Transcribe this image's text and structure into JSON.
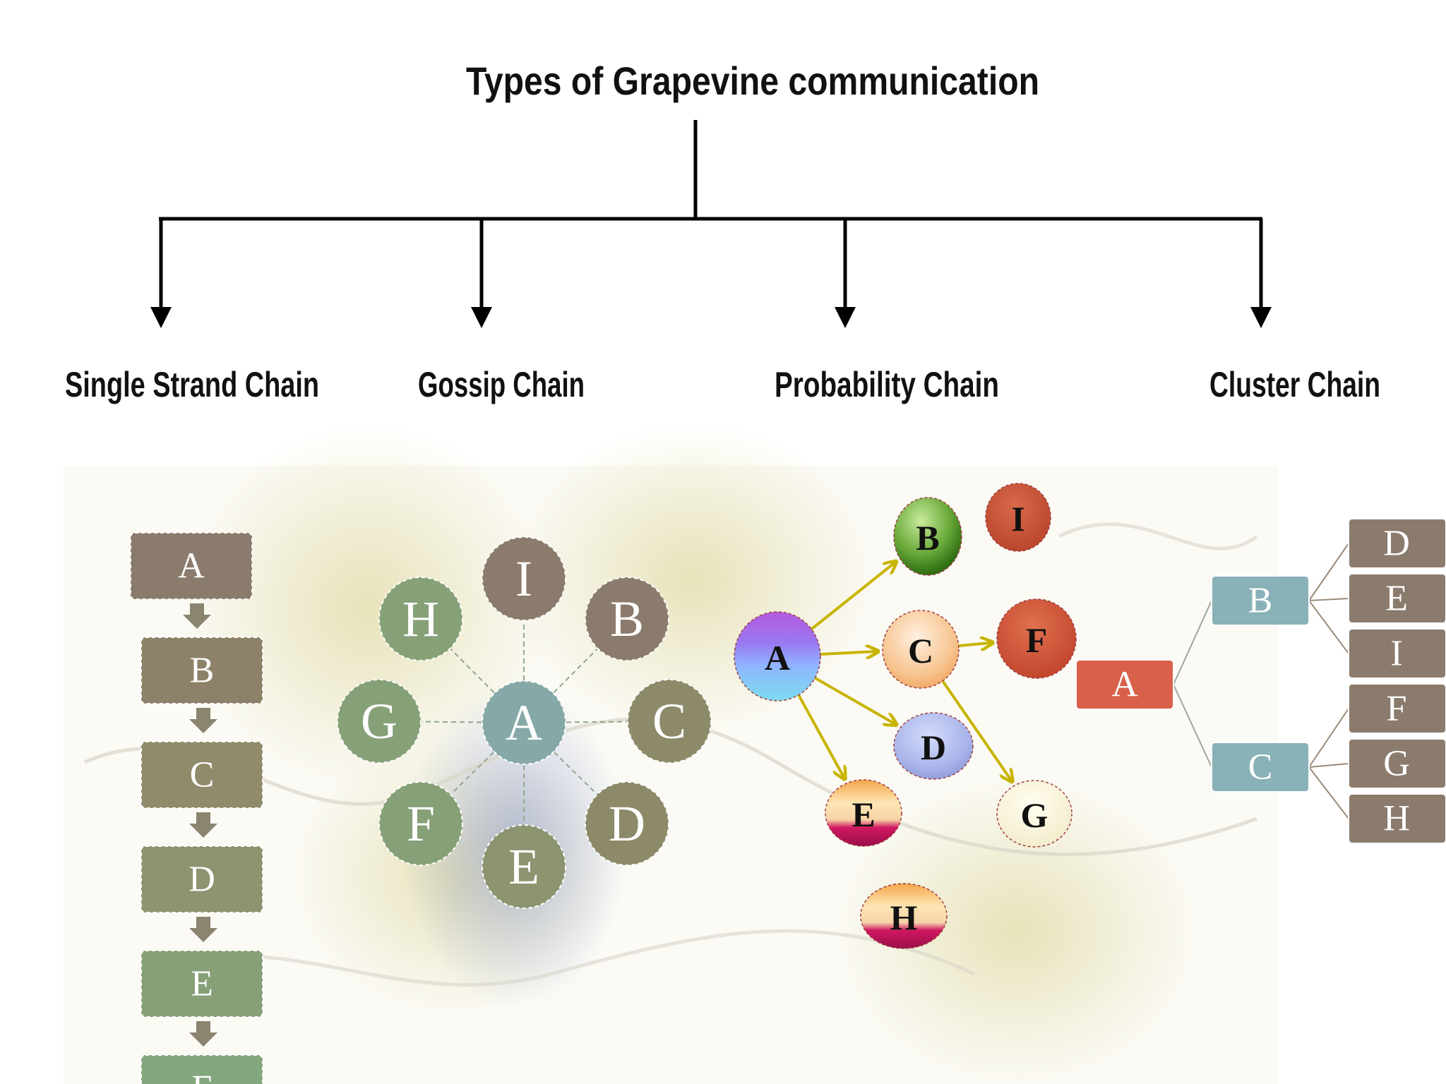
{
  "title": "Types of Grapevine communication",
  "categories": [
    "Single Strand Chain",
    "Gossip Chain",
    "Probability Chain",
    "Cluster Chain"
  ],
  "single_strand": {
    "nodes": [
      "A",
      "B",
      "C",
      "D",
      "E",
      "F"
    ],
    "colors": [
      "#8b7b6d",
      "#8d8269",
      "#8f8b6b",
      "#8c9470",
      "#87a078",
      "#83a67c"
    ]
  },
  "gossip": {
    "center": "A",
    "center_color": "#86a9a8",
    "outer": [
      {
        "label": "I",
        "color": "#8b7b6d"
      },
      {
        "label": "B",
        "color": "#8b7b6d"
      },
      {
        "label": "C",
        "color": "#8c8a68"
      },
      {
        "label": "D",
        "color": "#8c8a68"
      },
      {
        "label": "E",
        "color": "#8c9470"
      },
      {
        "label": "F",
        "color": "#86a078"
      },
      {
        "label": "G",
        "color": "#86a078"
      },
      {
        "label": "H",
        "color": "#86a078"
      }
    ]
  },
  "probability": {
    "nodes": [
      {
        "label": "A",
        "style": "a"
      },
      {
        "label": "B",
        "style": "b"
      },
      {
        "label": "I",
        "style": "i"
      },
      {
        "label": "C",
        "style": "c"
      },
      {
        "label": "F",
        "style": "f"
      },
      {
        "label": "D",
        "style": "d"
      },
      {
        "label": "E",
        "style": "e"
      },
      {
        "label": "G",
        "style": "g"
      },
      {
        "label": "H",
        "style": "h"
      }
    ],
    "arrows": [
      [
        "A",
        "B"
      ],
      [
        "A",
        "C"
      ],
      [
        "A",
        "D"
      ],
      [
        "A",
        "E"
      ],
      [
        "C",
        "F"
      ],
      [
        "C",
        "G"
      ]
    ],
    "arrow_color": "#c8b400"
  },
  "cluster": {
    "root": {
      "label": "A",
      "color": "#d9604a"
    },
    "mid": [
      {
        "label": "B",
        "color": "#88b1b8",
        "children": [
          "D",
          "E",
          "I"
        ]
      },
      {
        "label": "C",
        "color": "#88b1b8",
        "children": [
          "F",
          "G",
          "H"
        ]
      }
    ],
    "leaf_color": "#8b7b6d"
  },
  "colors": {
    "connector": "#000000",
    "text_light": "#ffffff"
  }
}
